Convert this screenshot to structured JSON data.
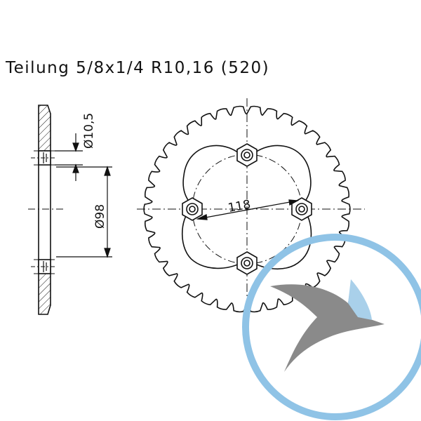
{
  "title": "Teilung 5/8x1/4 R10,16 (520)",
  "dimensions": {
    "bolt_hole": "Ø10,5",
    "bolt_circle": "Ø98",
    "bolt_spacing": "118"
  },
  "watermark": {
    "ring_color": "#8fc3e6",
    "bird_grey": "#8a8a8a",
    "bird_blue": "#a9d0ea"
  }
}
